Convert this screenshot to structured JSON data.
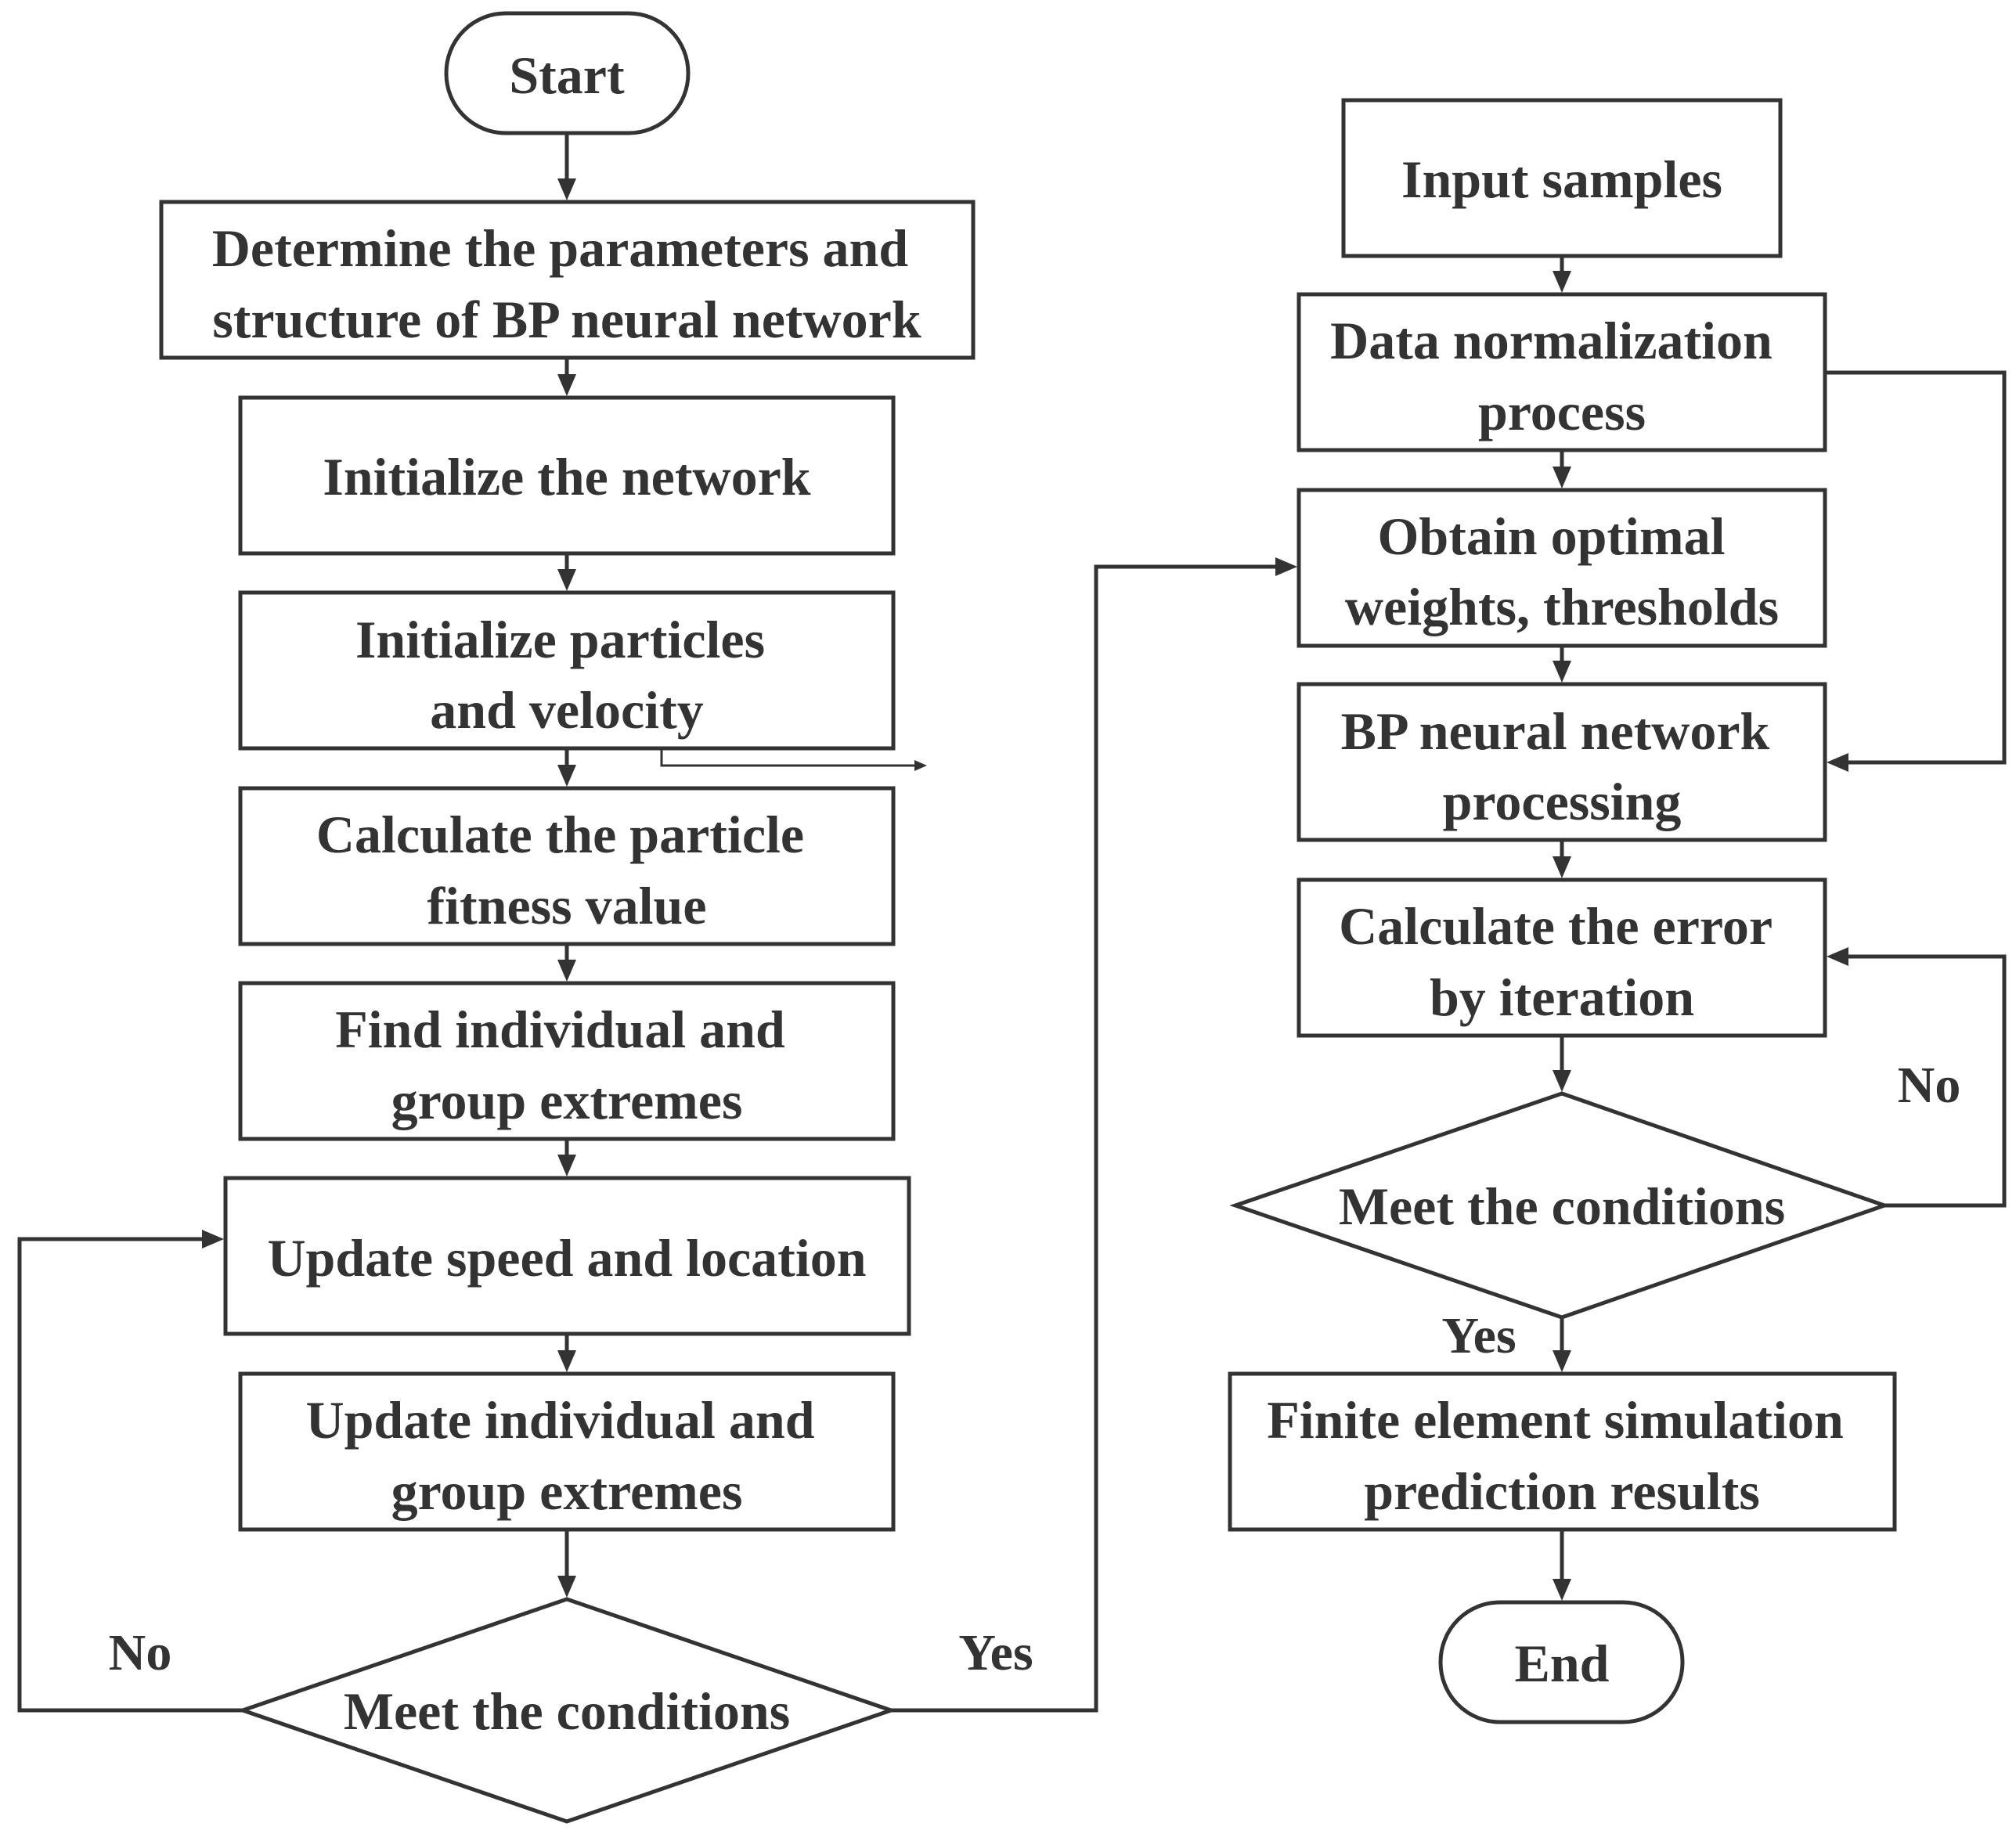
{
  "left_flow": {
    "start": "Start",
    "determine": [
      "Determine the parameters and",
      "structure of BP neural network"
    ],
    "init_network": "Initialize the network",
    "init_particles": [
      "Initialize particles",
      "and velocity"
    ],
    "calc_fitness": [
      "Calculate the particle",
      "fitness value"
    ],
    "find_extremes": [
      "Find individual and",
      "group extremes"
    ],
    "update_speed": "Update speed and location",
    "update_extremes": [
      "Update individual and",
      "group extremes"
    ],
    "condition": "Meet the conditions",
    "no_label": "No",
    "yes_label": "Yes"
  },
  "right_flow": {
    "input": "Input samples",
    "normalize": [
      "Data normalization",
      "process"
    ],
    "optimal": [
      "Obtain optimal",
      "weights, thresholds"
    ],
    "bp_processing": [
      "BP neural network",
      "processing"
    ],
    "calc_error": [
      "Calculate the error",
      "by iteration"
    ],
    "condition": "Meet the conditions",
    "no_label": "No",
    "yes_label": "Yes",
    "fem": [
      "Finite element simulation",
      "prediction results"
    ],
    "end": "End"
  }
}
